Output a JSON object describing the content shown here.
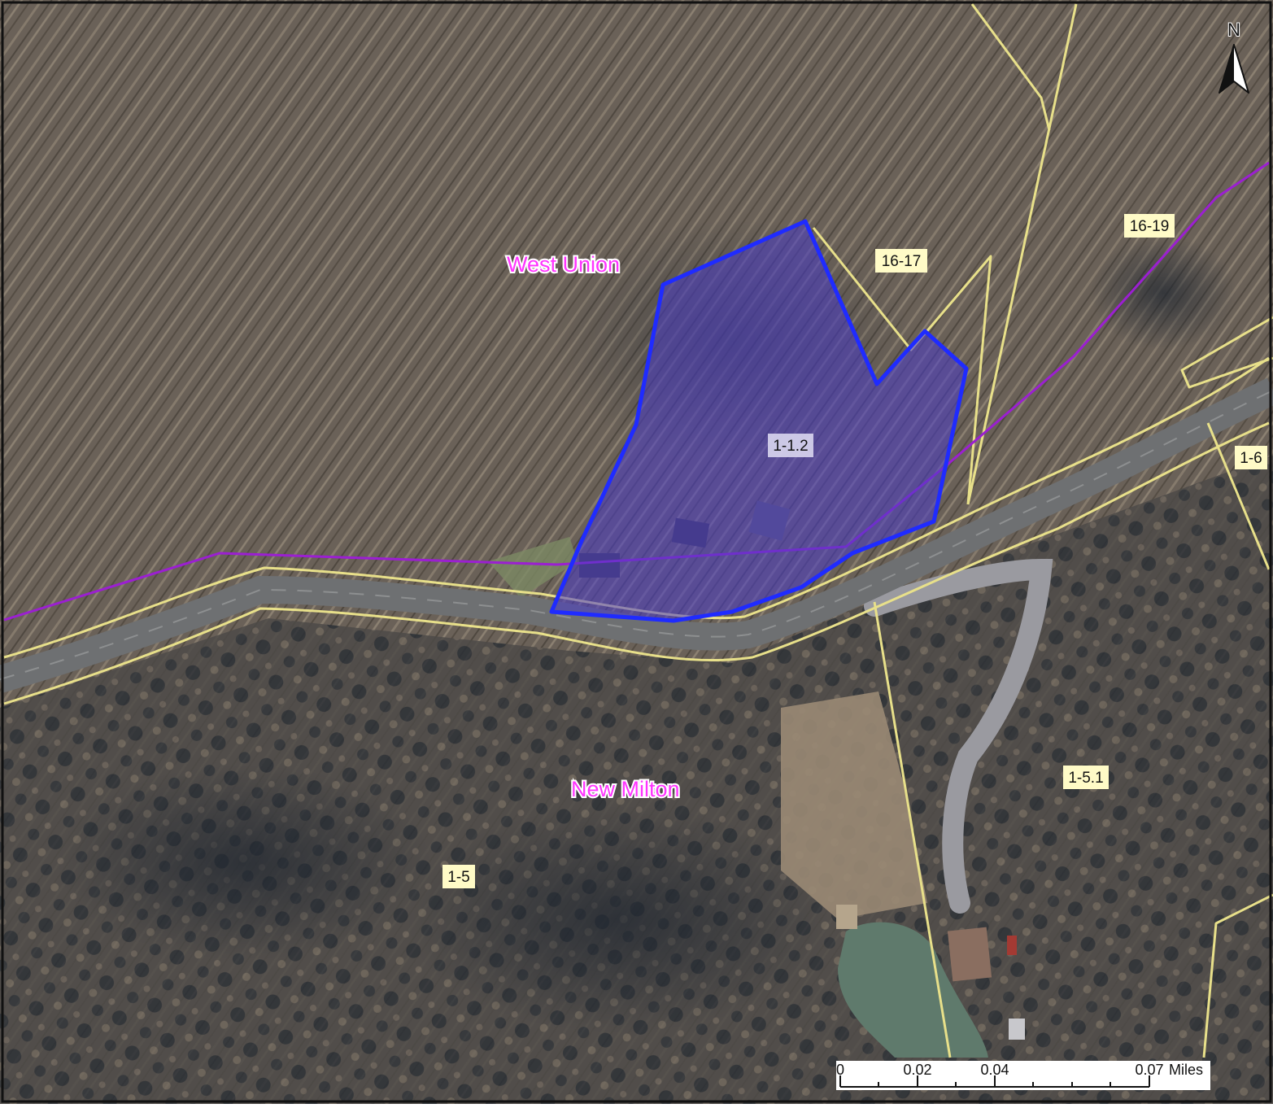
{
  "map": {
    "districts": [
      {
        "name": "West Union"
      },
      {
        "name": "New Milton"
      }
    ],
    "parcels": [
      {
        "id": "1-1.2",
        "highlighted": true
      },
      {
        "id": "16-17"
      },
      {
        "id": "16-19"
      },
      {
        "id": "1-6"
      },
      {
        "id": "1-5.1"
      },
      {
        "id": "1-5"
      }
    ],
    "north_arrow": {
      "label": "N"
    },
    "scale_bar": {
      "ticks": [
        "0",
        "0.02",
        "0.04",
        "0.07"
      ],
      "unit": "Miles"
    },
    "colors": {
      "subject_parcel_outline": "#1f2bff",
      "subject_parcel_fill": "#4a3dc8",
      "parcel_boundary": "#e8e08a",
      "district_boundary": "#9b1fd1",
      "district_label": "#ff33ff",
      "parcel_label_bg": "#fffbc7",
      "subject_label_bg": "#d9d6ee"
    }
  }
}
